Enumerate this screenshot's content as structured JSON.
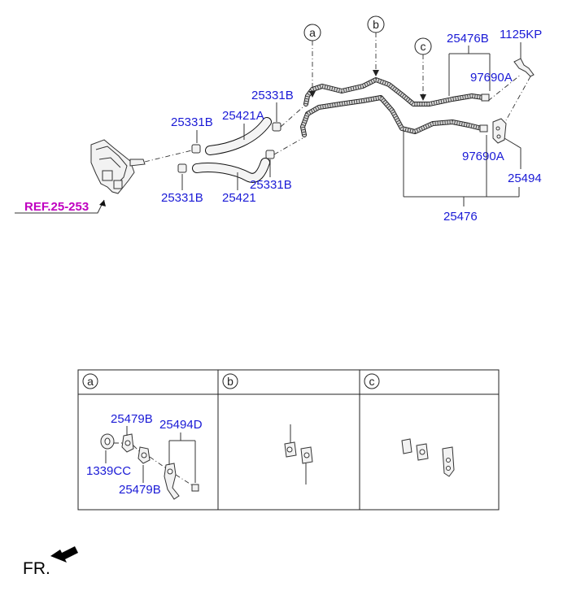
{
  "callouts": {
    "a": "a",
    "b": "b",
    "c": "c"
  },
  "parts": {
    "p_25476B": "25476B",
    "p_1125KP": "1125KP",
    "p_97690A_top": "97690A",
    "p_97690A_bottom": "97690A",
    "p_25494": "25494",
    "p_25476": "25476",
    "p_25331B_top": "25331B",
    "p_25331B_left": "25331B",
    "p_25421A": "25421A",
    "p_25331B_bl": "25331B",
    "p_25421": "25421",
    "p_25331B_br": "25331B"
  },
  "ref_label": "REF.25-253",
  "detail_table": {
    "headers": [
      "a",
      "b",
      "c"
    ],
    "cell_a": {
      "p_25479B_top": "25479B",
      "p_25494D": "25494D",
      "p_1339CC": "1339CC",
      "p_25479B_bottom": "25479B"
    }
  },
  "fr_label": "FR."
}
